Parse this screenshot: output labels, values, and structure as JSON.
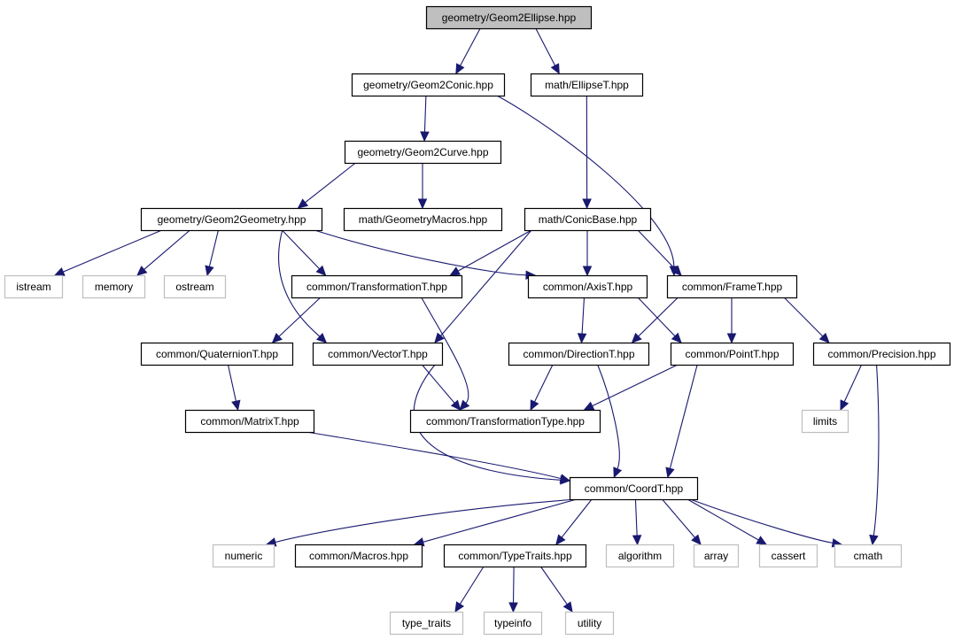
{
  "diagram": {
    "title": "Include dependency graph for geometry/Geom2Ellipse.hpp",
    "colors": {
      "edge": "#191970",
      "root_fill": "#bfbfbf",
      "node_border": "#000000",
      "external_border": "#bfbfbf"
    },
    "nodes": [
      {
        "id": "n0",
        "label": "geometry/Geom2Ellipse.hpp",
        "kind": "root"
      },
      {
        "id": "n1",
        "label": "geometry/Geom2Conic.hpp",
        "kind": "local"
      },
      {
        "id": "n2",
        "label": "math/EllipseT.hpp",
        "kind": "local"
      },
      {
        "id": "n3",
        "label": "geometry/Geom2Curve.hpp",
        "kind": "local"
      },
      {
        "id": "n4",
        "label": "geometry/Geom2Geometry.hpp",
        "kind": "local"
      },
      {
        "id": "n5",
        "label": "math/GeometryMacros.hpp",
        "kind": "local"
      },
      {
        "id": "n6",
        "label": "math/ConicBase.hpp",
        "kind": "local"
      },
      {
        "id": "n7",
        "label": "istream",
        "kind": "external"
      },
      {
        "id": "n8",
        "label": "memory",
        "kind": "external"
      },
      {
        "id": "n9",
        "label": "ostream",
        "kind": "external"
      },
      {
        "id": "n10",
        "label": "common/TransformationT.hpp",
        "kind": "local"
      },
      {
        "id": "n11",
        "label": "common/AxisT.hpp",
        "kind": "local"
      },
      {
        "id": "n12",
        "label": "common/FrameT.hpp",
        "kind": "local"
      },
      {
        "id": "n13",
        "label": "common/QuaternionT.hpp",
        "kind": "local"
      },
      {
        "id": "n14",
        "label": "common/VectorT.hpp",
        "kind": "local"
      },
      {
        "id": "n15",
        "label": "common/DirectionT.hpp",
        "kind": "local"
      },
      {
        "id": "n16",
        "label": "common/PointT.hpp",
        "kind": "local"
      },
      {
        "id": "n17",
        "label": "common/Precision.hpp",
        "kind": "local"
      },
      {
        "id": "n18",
        "label": "common/MatrixT.hpp",
        "kind": "local"
      },
      {
        "id": "n19",
        "label": "common/TransformationType.hpp",
        "kind": "local"
      },
      {
        "id": "n20",
        "label": "limits",
        "kind": "external"
      },
      {
        "id": "n21",
        "label": "common/CoordT.hpp",
        "kind": "local"
      },
      {
        "id": "n22",
        "label": "numeric",
        "kind": "external"
      },
      {
        "id": "n23",
        "label": "common/Macros.hpp",
        "kind": "local"
      },
      {
        "id": "n24",
        "label": "common/TypeTraits.hpp",
        "kind": "local"
      },
      {
        "id": "n25",
        "label": "algorithm",
        "kind": "external"
      },
      {
        "id": "n26",
        "label": "array",
        "kind": "external"
      },
      {
        "id": "n27",
        "label": "cassert",
        "kind": "external"
      },
      {
        "id": "n28",
        "label": "cmath",
        "kind": "external"
      },
      {
        "id": "n29",
        "label": "type_traits",
        "kind": "external"
      },
      {
        "id": "n30",
        "label": "typeinfo",
        "kind": "external"
      },
      {
        "id": "n31",
        "label": "utility",
        "kind": "external"
      }
    ],
    "edges": [
      [
        "n0",
        "n1"
      ],
      [
        "n0",
        "n2"
      ],
      [
        "n1",
        "n3"
      ],
      [
        "n1",
        "n12"
      ],
      [
        "n2",
        "n6"
      ],
      [
        "n3",
        "n4"
      ],
      [
        "n3",
        "n5"
      ],
      [
        "n4",
        "n7"
      ],
      [
        "n4",
        "n8"
      ],
      [
        "n4",
        "n9"
      ],
      [
        "n4",
        "n10"
      ],
      [
        "n4",
        "n14"
      ],
      [
        "n4",
        "n11"
      ],
      [
        "n6",
        "n10"
      ],
      [
        "n6",
        "n14"
      ],
      [
        "n6",
        "n11"
      ],
      [
        "n6",
        "n12"
      ],
      [
        "n10",
        "n13"
      ],
      [
        "n10",
        "n19"
      ],
      [
        "n11",
        "n15"
      ],
      [
        "n11",
        "n16"
      ],
      [
        "n12",
        "n15"
      ],
      [
        "n12",
        "n16"
      ],
      [
        "n12",
        "n17"
      ],
      [
        "n13",
        "n18"
      ],
      [
        "n14",
        "n19"
      ],
      [
        "n14",
        "n21"
      ],
      [
        "n15",
        "n19"
      ],
      [
        "n15",
        "n21"
      ],
      [
        "n16",
        "n19"
      ],
      [
        "n16",
        "n21"
      ],
      [
        "n17",
        "n20"
      ],
      [
        "n17",
        "n28"
      ],
      [
        "n18",
        "n21"
      ],
      [
        "n21",
        "n22"
      ],
      [
        "n21",
        "n23"
      ],
      [
        "n21",
        "n24"
      ],
      [
        "n21",
        "n25"
      ],
      [
        "n21",
        "n26"
      ],
      [
        "n21",
        "n27"
      ],
      [
        "n21",
        "n28"
      ],
      [
        "n24",
        "n29"
      ],
      [
        "n24",
        "n30"
      ],
      [
        "n24",
        "n31"
      ]
    ]
  }
}
